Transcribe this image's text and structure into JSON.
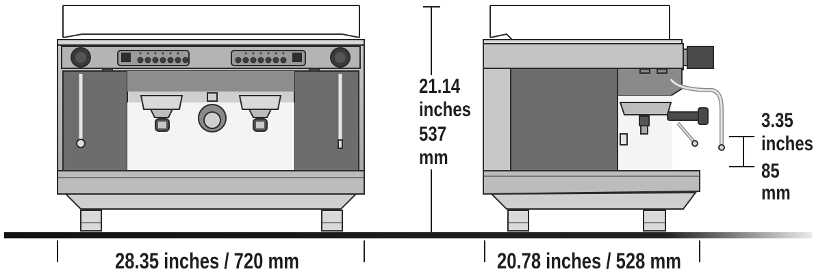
{
  "dimensions": {
    "front_width": "28.35 inches / 720 mm",
    "side_depth": "20.78 inches / 528 mm",
    "height": {
      "inches_value": "21.14",
      "inches_unit": "inches",
      "mm_value": "537",
      "mm_unit": "mm"
    },
    "cup_clearance": {
      "inches_value": "3.35",
      "inches_unit": "inches",
      "mm_value": "85",
      "mm_unit": "mm"
    }
  },
  "colors": {
    "body_light": "#bdbdbd",
    "body_mid": "#a6a6a6",
    "body_dark": "#6d6d6d",
    "outline": "#2b2b2b",
    "floor": "#1a1a1a",
    "work_area": "#f4f4f4"
  }
}
